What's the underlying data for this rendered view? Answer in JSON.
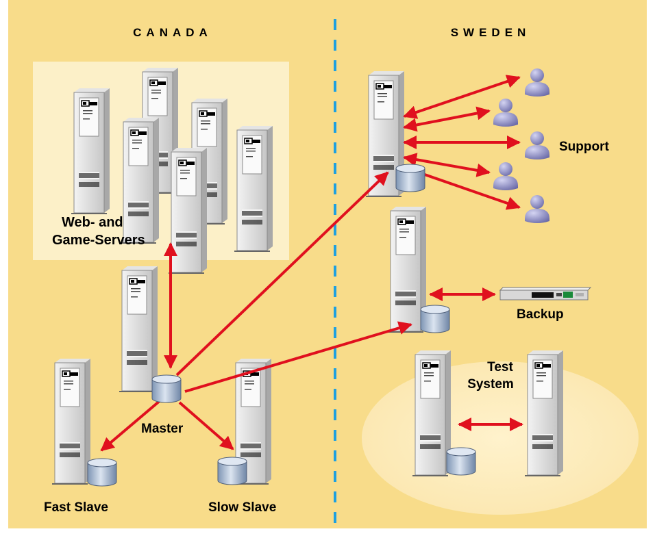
{
  "regions": {
    "left": "CANADA",
    "right": "SWEDEN"
  },
  "labels": {
    "web_servers_line1": "Web- and",
    "web_servers_line2": "Game-Servers",
    "master": "Master",
    "fast_slave": "Fast Slave",
    "slow_slave": "Slow Slave",
    "support": "Support",
    "backup": "Backup",
    "test_line1": "Test",
    "test_line2": "System"
  },
  "colors": {
    "background": "#f8dc8a",
    "panel": "#fcf0c8",
    "divider": "#1ea0e0",
    "arrow": "#e0101e",
    "user": "#8c8cc8"
  },
  "icons": [
    "server-icon",
    "database-icon",
    "user-icon",
    "backup-device-icon"
  ]
}
